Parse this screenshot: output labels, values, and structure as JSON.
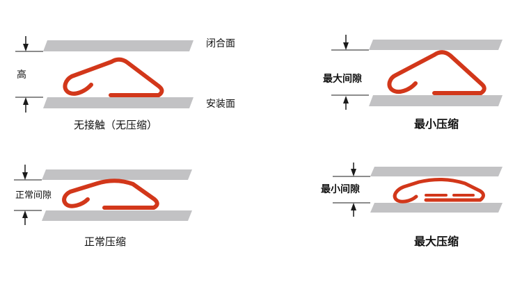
{
  "colors": {
    "plate": "#c2c2c4",
    "gasket": "#d2371a"
  },
  "surfaces": {
    "closing": "闭合面",
    "mounting": "安装面"
  },
  "panels": {
    "no_compression": {
      "dimension": "高",
      "caption": "无接触（无压缩）"
    },
    "min_compression": {
      "dimension": "最大间隙",
      "caption": "最小压缩"
    },
    "normal_compression": {
      "dimension": "正常间隙",
      "caption": "正常压缩"
    },
    "max_compression": {
      "dimension": "最小间隙",
      "caption": "最大压缩"
    }
  }
}
